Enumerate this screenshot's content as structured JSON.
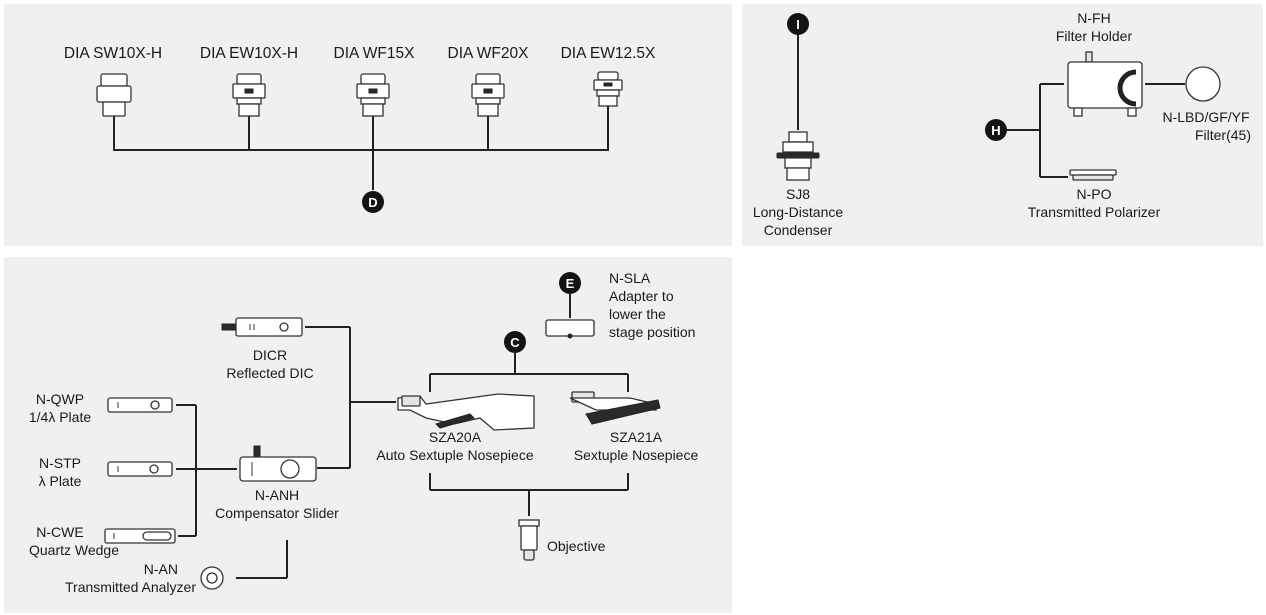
{
  "panels": {
    "eyepieces": {
      "items": [
        "DIA SW10X-H",
        "DIA EW10X-H",
        "DIA WF15X",
        "DIA WF20X",
        "DIA EW12.5X"
      ],
      "badge": "D"
    },
    "condenser": {
      "badge": "I",
      "name": "SJ8",
      "desc1": "Long-Distance",
      "desc2": "Condenser"
    },
    "filter": {
      "badge": "H",
      "holder_name": "N-FH",
      "holder_desc": "Filter Holder",
      "filter_name": "N-LBD/GF/YF",
      "filter_desc": "Filter(45)",
      "polarizer_name": "N-PO",
      "polarizer_desc": "Transmitted Polarizer"
    },
    "nosepiece": {
      "badge_c": "C",
      "badge_e": "E",
      "sla_name": "N-SLA",
      "sla_desc1": "Adapter to",
      "sla_desc2": "lower the",
      "sla_desc3": "stage position",
      "dicr_name": "DICR",
      "dicr_desc": "Reflected DIC",
      "qwp_name": "N-QWP",
      "qwp_desc": "1/4λ Plate",
      "stp_name": "N-STP",
      "stp_desc": "λ Plate",
      "cwe_name": "N-CWE",
      "cwe_desc": "Quartz Wedge",
      "an_name": "N-AN",
      "an_desc": "Transmitted Analyzer",
      "anh_name": "N-ANH",
      "anh_desc": "Compensator Slider",
      "sza20_name": "SZA20A",
      "sza20_desc": "Auto Sextuple Nosepiece",
      "sza21_name": "SZA21A",
      "sza21_desc": "Sextuple Nosepiece",
      "objective": "Objective"
    }
  }
}
